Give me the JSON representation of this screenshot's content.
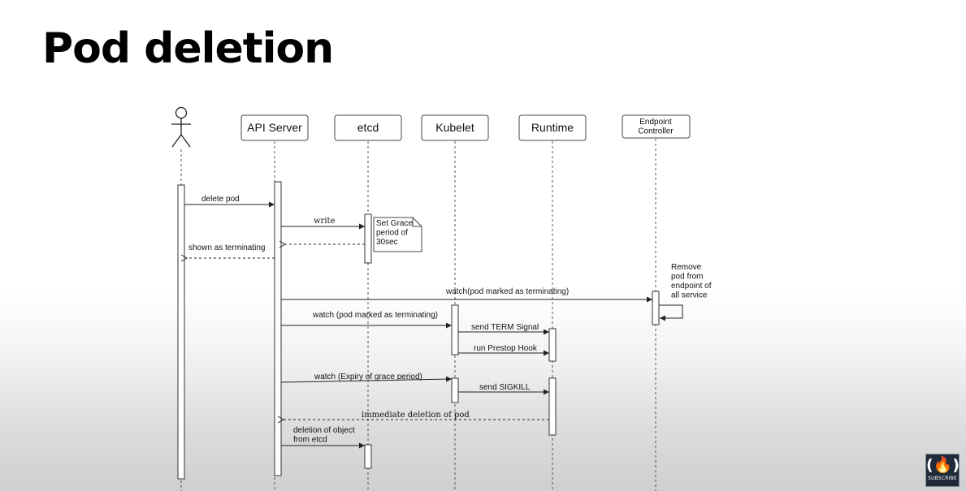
{
  "title": "Pod deletion",
  "participants": [
    {
      "id": "user",
      "label": ""
    },
    {
      "id": "api",
      "label": "API Server"
    },
    {
      "id": "etcd",
      "label": "etcd"
    },
    {
      "id": "kubelet",
      "label": "Kubelet"
    },
    {
      "id": "runtime",
      "label": "Runtime"
    },
    {
      "id": "endpoint",
      "label": "Endpoint\nController"
    }
  ],
  "messages": {
    "delete_pod": "delete pod",
    "write": "write",
    "shown_terminating": "shown as terminating",
    "watch_endpoint": "watch(pod marked as terminating)",
    "watch_kubelet": "watch (pod marked as terminating)",
    "send_term": "send TERM Signal",
    "run_prestop": "run Prestop Hook",
    "watch_expiry": "watch (Expiry of grace period)",
    "send_sigkill": "send  SIGKILL",
    "immediate_deletion": "immediate deletion of pod",
    "deletion_object": "deletion of object\nfrom etcd"
  },
  "notes": {
    "grace": "Set Grace\nperiod of\n30sec",
    "remove": "Remove\npod from\nendpoint of\nall service"
  },
  "logo": {
    "glyph": "(🔥)",
    "caption": "SUBSCRIBE"
  }
}
